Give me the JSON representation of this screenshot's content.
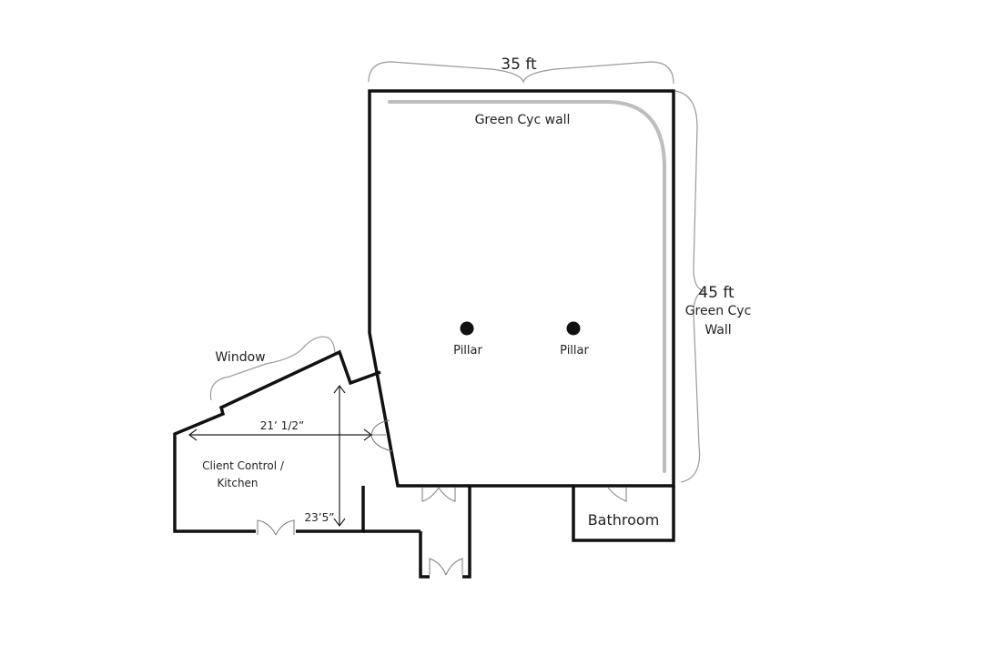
{
  "labels": {
    "width_dim": "35 ft",
    "height_dim": "45 ft",
    "cyc_top": "Green Cyc wall",
    "cyc_right_line1": "Green Cyc",
    "cyc_right_line2": "Wall",
    "pillar_left": "Pillar",
    "pillar_right": "Pillar",
    "window": "Window",
    "client_width": "21’ 1/2”",
    "client_depth": "23’5”",
    "client_line1": "Client Control /",
    "client_line2": "Kitchen",
    "bathroom": "Bathroom"
  },
  "colors": {
    "wall": "#111111",
    "cyc_wall": "#bdbdbd",
    "dimension_brace": "#9a9a9a",
    "door": "#7a7a7a"
  }
}
